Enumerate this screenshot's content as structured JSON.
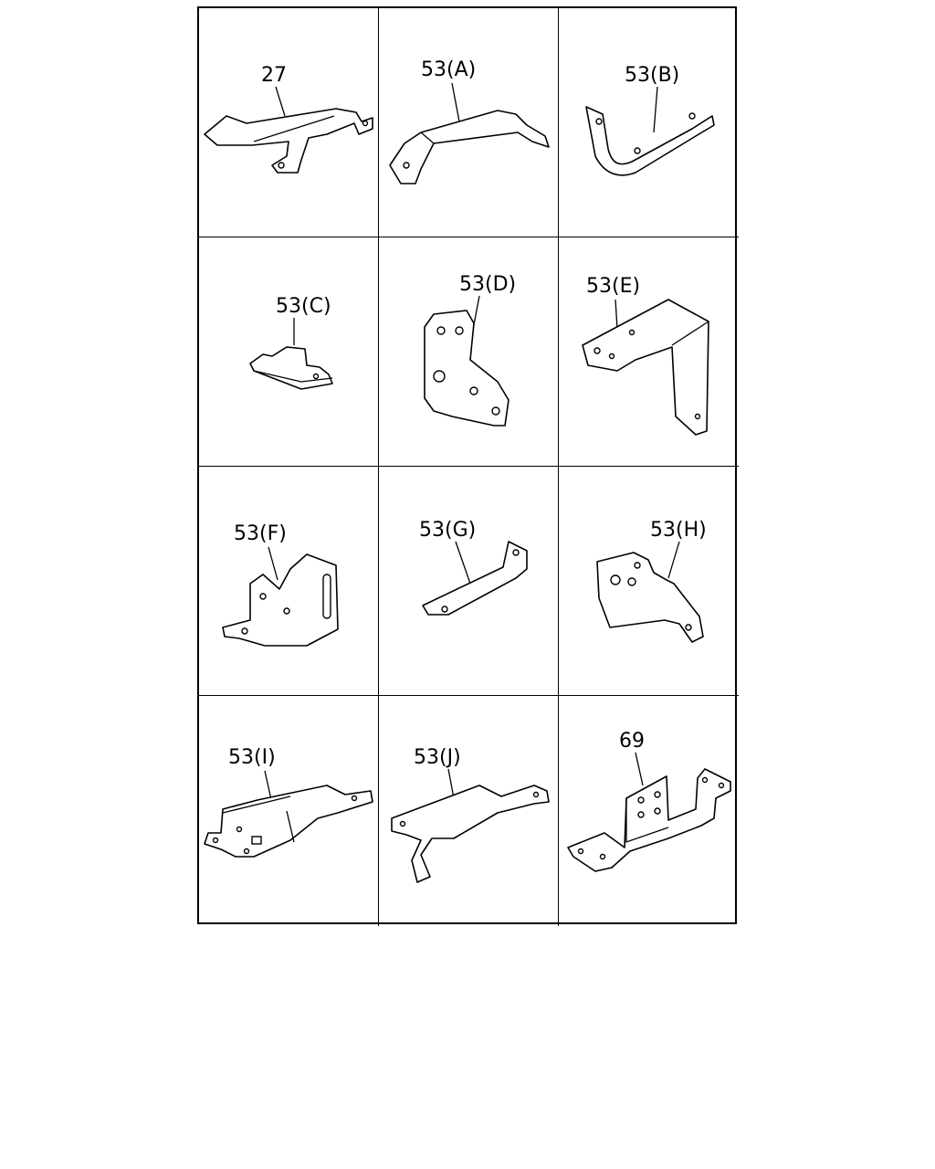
{
  "parts": [
    {
      "label": "27"
    },
    {
      "label": "53(A)"
    },
    {
      "label": "53(B)"
    },
    {
      "label": "53(C)"
    },
    {
      "label": "53(D)"
    },
    {
      "label": "53(E)"
    },
    {
      "label": "53(F)"
    },
    {
      "label": "53(G)"
    },
    {
      "label": "53(H)"
    },
    {
      "label": "53(I)"
    },
    {
      "label": "53(J)"
    },
    {
      "label": "69"
    }
  ]
}
